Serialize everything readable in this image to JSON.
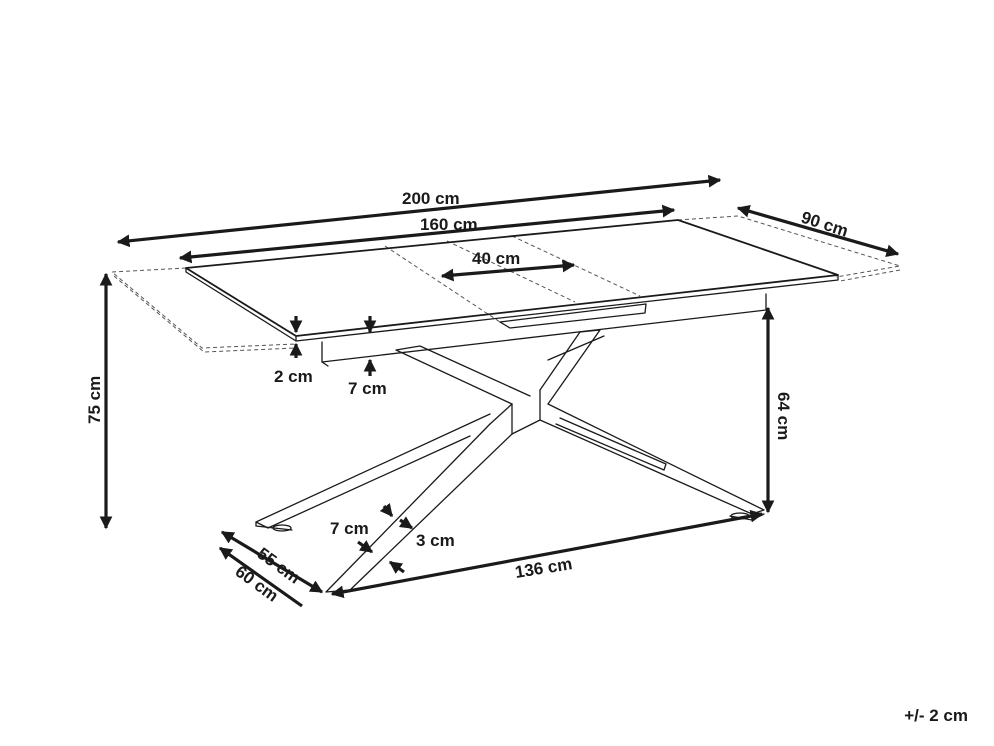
{
  "dimensions": {
    "length_extended": "200 cm",
    "length_closed": "160 cm",
    "extension_leaf": "40 cm",
    "depth": "90 cm",
    "total_height": "75 cm",
    "frame_height": "64 cm",
    "top_thickness": "2 cm",
    "apron_height": "7 cm",
    "leg_width": "7 cm",
    "leg_thickness": "3 cm",
    "base_length": "136 cm",
    "base_depth_inner": "55 cm",
    "base_depth_outer": "60 cm"
  },
  "tolerance": "+/- 2 cm",
  "colors": {
    "line": "#1a1a1a",
    "dashed": "#555555",
    "background": "#ffffff"
  }
}
